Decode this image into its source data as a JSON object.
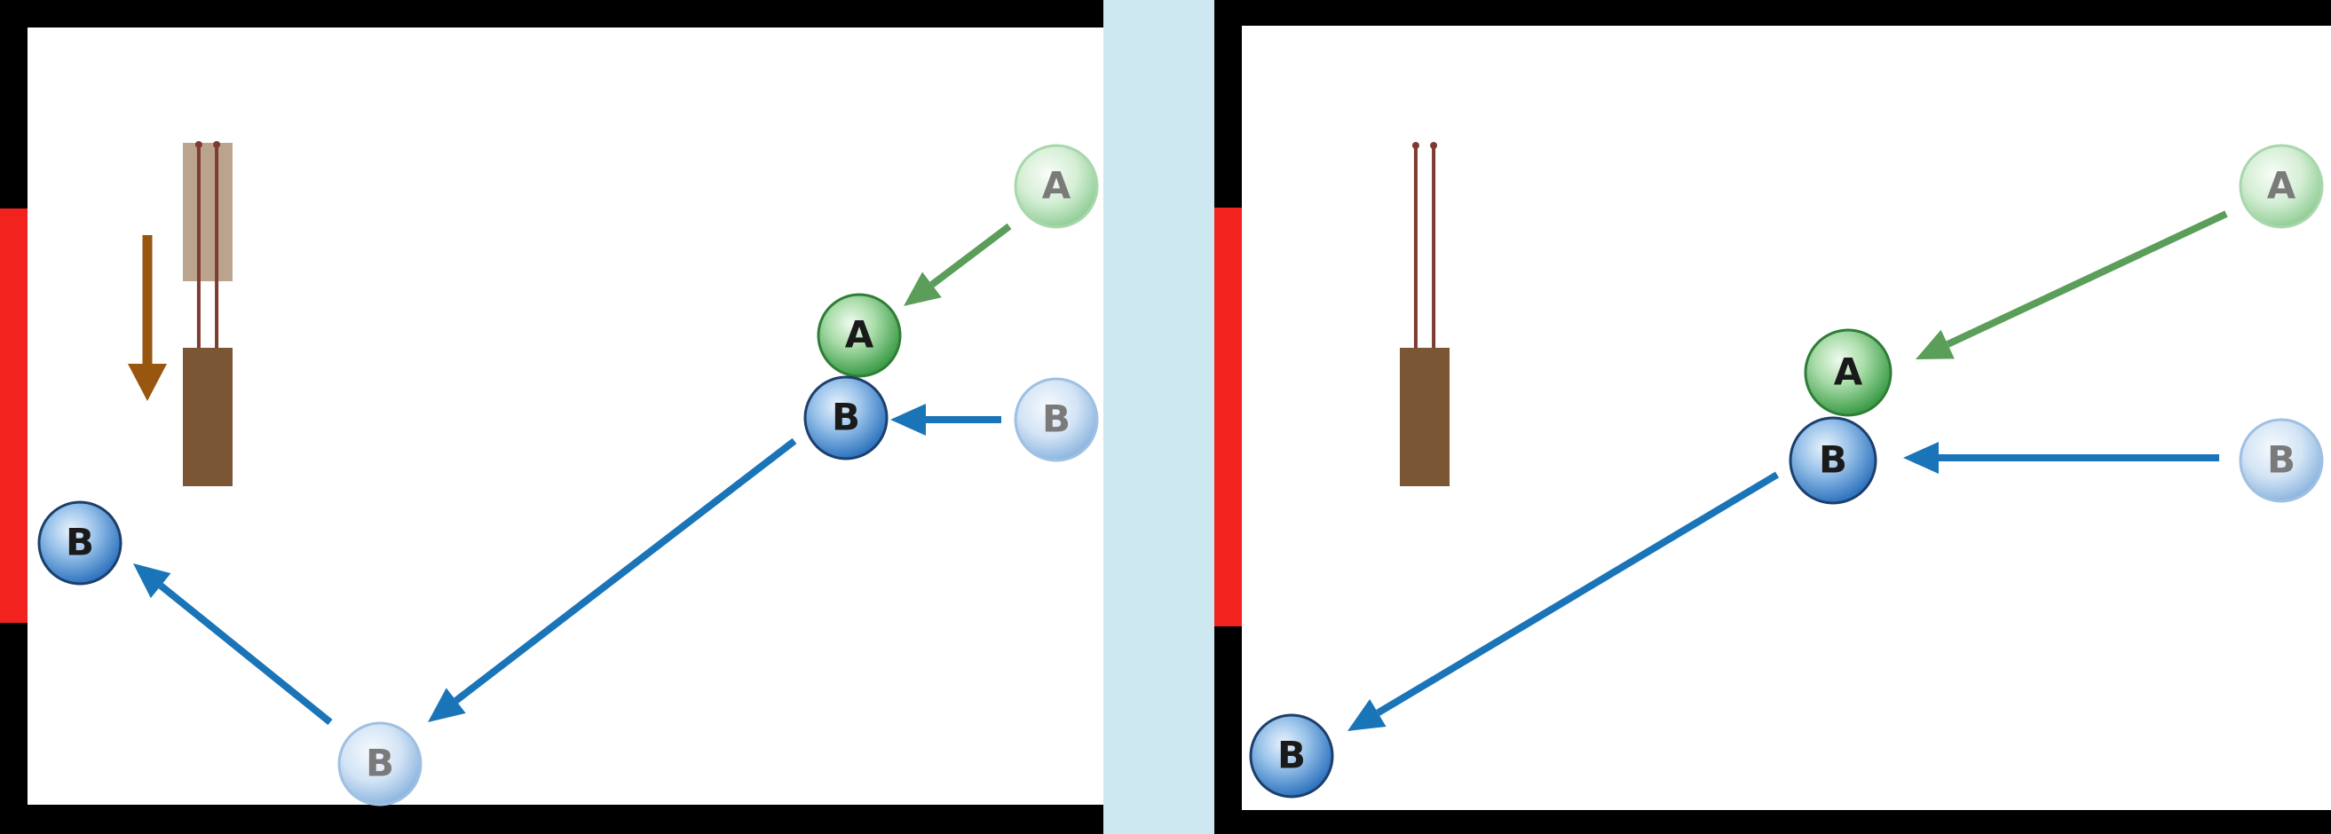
{
  "colors": {
    "frame": "#000000",
    "door": "#f2231f",
    "divider": "#cde8f0",
    "probe": "#7b5634",
    "probe_ghost": "#b49a82",
    "probe_wire": "#7e3b30",
    "motion_arrow": "#98560f",
    "green_arrow": "#5a9e5a",
    "blue_arrow": "#1a74b8",
    "label_dark": "#1a1a1a",
    "label_faded": "#7a7a7a"
  },
  "panels": [
    {
      "name": "left",
      "probe_moving": true,
      "balls": [
        {
          "label": "A",
          "color": "green",
          "faded": true
        },
        {
          "label": "A",
          "color": "green",
          "faded": false
        },
        {
          "label": "B",
          "color": "blue",
          "faded": true
        },
        {
          "label": "B",
          "color": "blue",
          "faded": false
        },
        {
          "label": "B",
          "color": "blue",
          "faded": true
        },
        {
          "label": "B",
          "color": "blue",
          "faded": false
        }
      ]
    },
    {
      "name": "right",
      "probe_moving": false,
      "balls": [
        {
          "label": "A",
          "color": "green",
          "faded": true
        },
        {
          "label": "A",
          "color": "green",
          "faded": false
        },
        {
          "label": "B",
          "color": "blue",
          "faded": true
        },
        {
          "label": "B",
          "color": "blue",
          "faded": false
        },
        {
          "label": "B",
          "color": "blue",
          "faded": false
        }
      ]
    }
  ]
}
